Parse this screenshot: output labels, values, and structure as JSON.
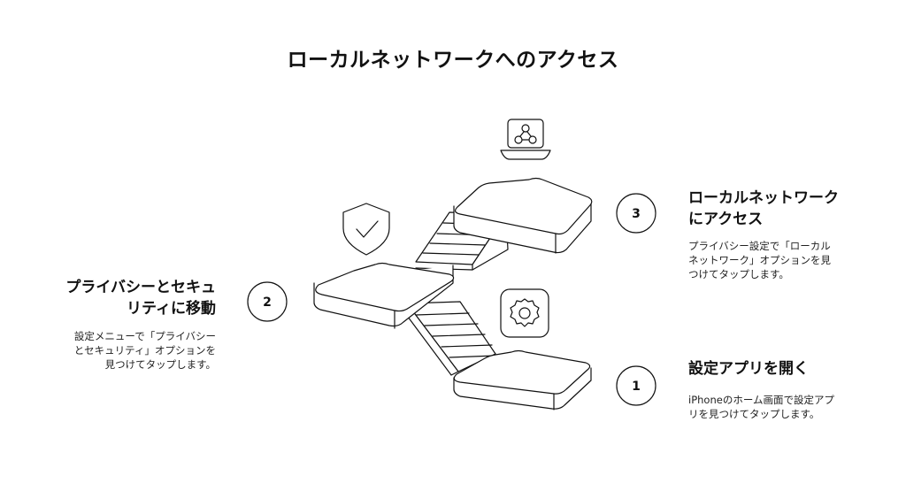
{
  "title": "ローカルネットワークへのアクセス",
  "steps": [
    {
      "number": "1",
      "heading": "設定アプリを開く",
      "description": "iPhoneのホーム画面で設定アプリを見つけてタップします。",
      "icon": "gear-icon"
    },
    {
      "number": "2",
      "heading": "プライバシーとセキュリティに移動",
      "description": "設定メニューで「プライバシーとセキュリティ」オプションを見つけてタップします。",
      "icon": "shield-check-icon"
    },
    {
      "number": "3",
      "heading": "ローカルネットワークにアクセス",
      "description": "プライバシー設定で「ローカルネットワーク」オプションを見つけてタップします。",
      "icon": "laptop-network-icon"
    }
  ],
  "colors": {
    "stroke": "#111111",
    "background": "#ffffff"
  }
}
